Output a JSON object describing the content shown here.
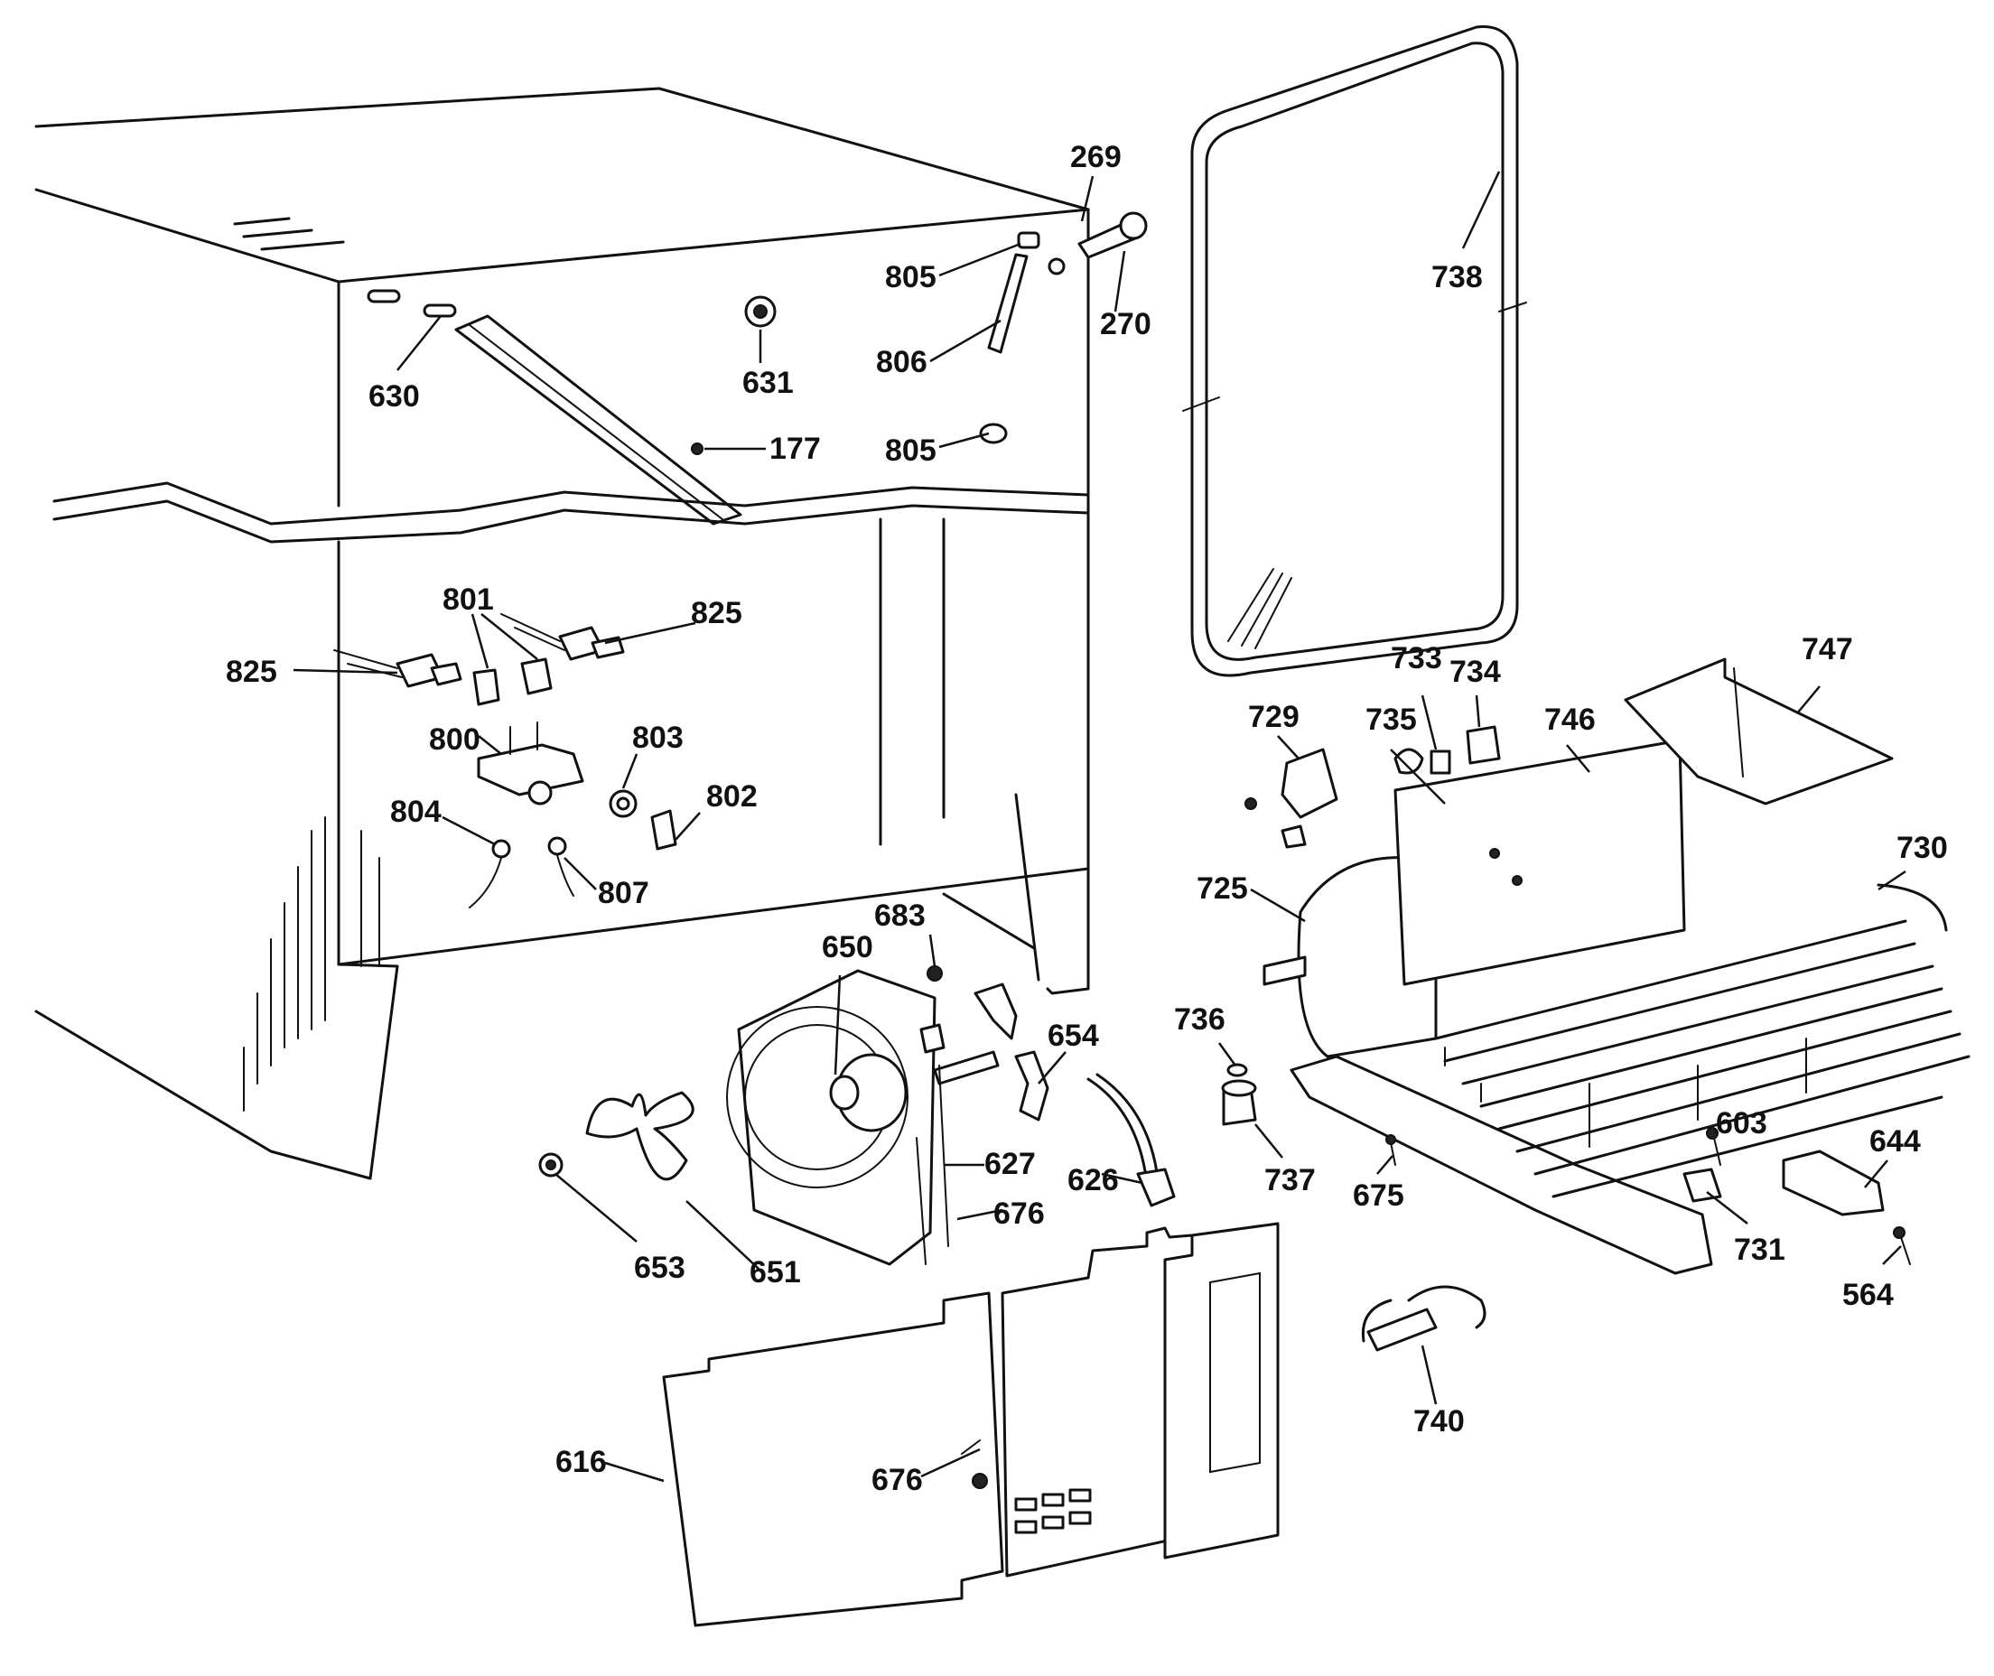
{
  "diagram": {
    "labels": [
      "269",
      "805",
      "270",
      "806",
      "805",
      "630",
      "631",
      "177",
      "738",
      "801",
      "825",
      "825",
      "800",
      "803",
      "802",
      "804",
      "807",
      "729",
      "733",
      "734",
      "735",
      "746",
      "747",
      "725",
      "730",
      "650",
      "683",
      "654",
      "736",
      "737",
      "675",
      "603",
      "644",
      "731",
      "564",
      "627",
      "676",
      "626",
      "653",
      "651",
      "616",
      "676",
      "740"
    ]
  }
}
